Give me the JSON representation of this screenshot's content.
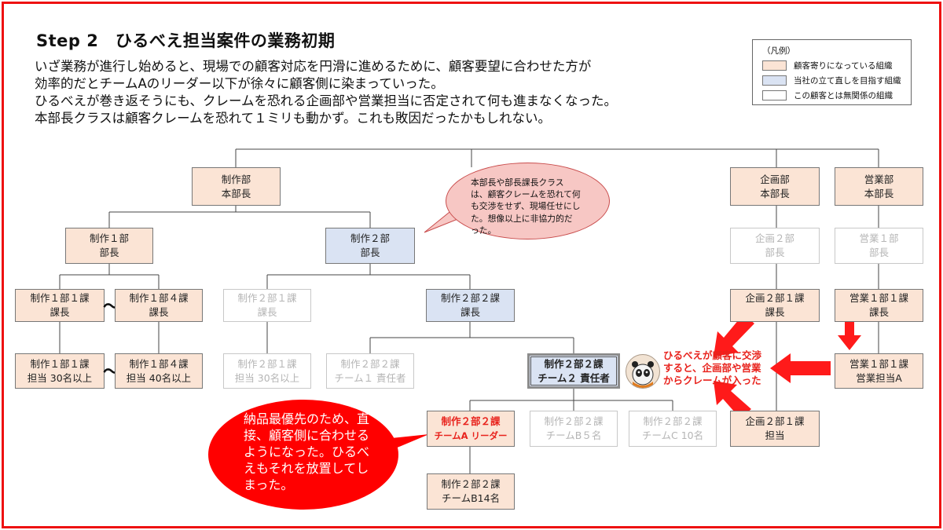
{
  "title": "Step 2　ひるべえ担当案件の業務初期",
  "intro": [
    "いざ業務が進行し始めると、現場での顧客対応を円滑に進めるために、顧客要望に合わせた方が",
    "効率的だとチームAのリーダー以下が徐々に顧客側に染まっていった。",
    "ひるべえが巻き返そうにも、クレームを恐れる企画部や営業担当に否定されて何も進まなくなった。",
    "本部長クラスは顧客クレームを恐れて１ミリも動かず。これも敗因だったかもしれない。"
  ],
  "legend": {
    "title": "（凡例）",
    "items": [
      {
        "label": "顧客寄りになっている組織",
        "color": "#fbe4d5"
      },
      {
        "label": "当社の立て直しを目指す組織",
        "color": "#dae3f3"
      },
      {
        "label": "この顧客とは無関係の組織",
        "color": "#ffffff"
      }
    ]
  },
  "nodes": {
    "seisaku_hq": [
      "制作部",
      "本部長"
    ],
    "seisaku1": [
      "制作１部",
      "部長"
    ],
    "seisaku2": [
      "制作２部",
      "部長"
    ],
    "s1k1": [
      "制作１部１課",
      "課長"
    ],
    "s1k4": [
      "制作１部４課",
      "課長"
    ],
    "s2k1": [
      "制作２部１課",
      "課長"
    ],
    "s2k2": [
      "制作２部２課",
      "課長"
    ],
    "s1k1t": [
      "制作１部１課",
      "担当 30名以上"
    ],
    "s1k4t": [
      "制作１部４課",
      "担当 40名以上"
    ],
    "s2k1t": [
      "制作２部１課",
      "担当 30名以上"
    ],
    "s2k2c1": [
      "制作２部２課",
      "チーム１ 責任者"
    ],
    "s2k2c2": [
      "制作２部２課",
      "チーム２ 責任者"
    ],
    "teamA": [
      "制作２部２課",
      "チームA リーダー"
    ],
    "teamB5": [
      "制作２部２課",
      "チームB５名"
    ],
    "teamC": [
      "制作２部２課",
      "チームC 10名"
    ],
    "teamB14": [
      "制作２部２課",
      "チームB14名"
    ],
    "kikaku_hq": [
      "企画部",
      "本部長"
    ],
    "kikaku2": [
      "企画２部",
      "部長"
    ],
    "kikaku2k1": [
      "企画２部１課",
      "課長"
    ],
    "kikaku2k1t": [
      "企画２部１課",
      "担当"
    ],
    "eigyo_hq": [
      "営業部",
      "本部長"
    ],
    "eigyo1": [
      "営業１部",
      "部長"
    ],
    "eigyo1k1": [
      "営業１部１課",
      "課長"
    ],
    "eigyo1k1t": [
      "営業１部１課",
      "営業担当A"
    ]
  },
  "tilde": "〜",
  "bubble_pink": "本部長や部長課長クラスは、顧客クレームを恐れて何も交渉をせず、現場任せにした。想像以上に非協力的だった。",
  "bubble_red": "納品最優先のため、直接、顧客側に合わせるようになった。ひるべえもそれを放置してしまった。",
  "side_note": [
    "ひるべえが顧客に交渉",
    "すると、企画部や営業",
    "からクレームが入った"
  ],
  "colors": {
    "peach": "#fbe4d5",
    "blue": "#dae3f3",
    "red": "#ee1111",
    "arrow": "#ff1a1a"
  }
}
